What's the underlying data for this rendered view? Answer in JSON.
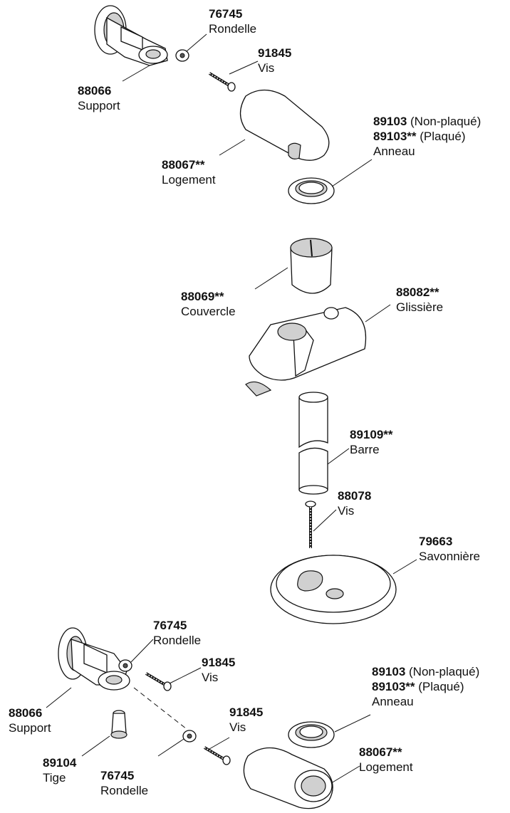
{
  "callouts": [
    {
      "id": "c1",
      "number": "76745",
      "note": "",
      "name": "Rondelle"
    },
    {
      "id": "c2",
      "number": "91845",
      "note": "",
      "name": "Vis"
    },
    {
      "id": "c3",
      "number": "88066",
      "note": "",
      "name": "Support"
    },
    {
      "id": "c4a",
      "number": "89103",
      "note": " (Non-plaqué)",
      "name": ""
    },
    {
      "id": "c4b",
      "number": "89103**",
      "note": " (Plaqué)",
      "name": "Anneau"
    },
    {
      "id": "c5",
      "number": "88067**",
      "note": "",
      "name": "Logement"
    },
    {
      "id": "c6",
      "number": "88069**",
      "note": "",
      "name": "Couvercle"
    },
    {
      "id": "c7",
      "number": "88082**",
      "note": "",
      "name": "Glissière"
    },
    {
      "id": "c8",
      "number": "89109**",
      "note": "",
      "name": "Barre"
    },
    {
      "id": "c9",
      "number": "88078",
      "note": "",
      "name": "Vis"
    },
    {
      "id": "c10",
      "number": "79663",
      "note": "",
      "name": "Savonnière"
    },
    {
      "id": "c11",
      "number": "76745",
      "note": "",
      "name": "Rondelle"
    },
    {
      "id": "c12",
      "number": "91845",
      "note": "",
      "name": "Vis"
    },
    {
      "id": "c13a",
      "number": "89103",
      "note": " (Non-plaqué)",
      "name": ""
    },
    {
      "id": "c13b",
      "number": "89103**",
      "note": " (Plaqué)",
      "name": "Anneau"
    },
    {
      "id": "c14",
      "number": "88066",
      "note": "",
      "name": "Support"
    },
    {
      "id": "c15",
      "number": "91845",
      "note": "",
      "name": "Vis"
    },
    {
      "id": "c16",
      "number": "88067**",
      "note": "",
      "name": "Logement"
    },
    {
      "id": "c17",
      "number": "89104",
      "note": "",
      "name": "Tige"
    },
    {
      "id": "c18",
      "number": "76745",
      "note": "",
      "name": "Rondelle"
    }
  ]
}
